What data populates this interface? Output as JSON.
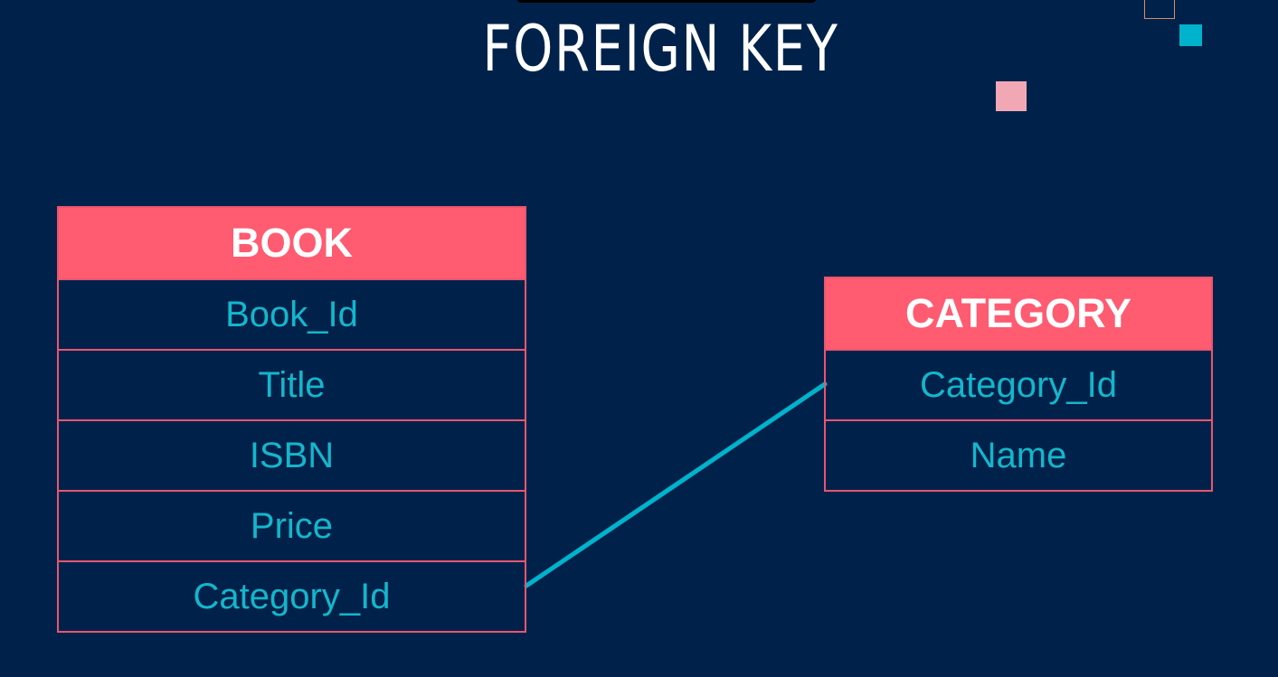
{
  "title": "FOREIGN KEY",
  "colors": {
    "background": "#00224a",
    "header_fill": "#ff5b71",
    "border": "#e8566e",
    "field_text": "#14b6cc",
    "connector": "#00b3cc",
    "title_text": "#ffffff"
  },
  "tables": {
    "book": {
      "name": "BOOK",
      "fields": [
        "Book_Id",
        "Title",
        "ISBN",
        "Price",
        "Category_Id"
      ]
    },
    "category": {
      "name": "CATEGORY",
      "fields": [
        "Category_Id",
        "Name"
      ]
    }
  },
  "relationship": {
    "from": "BOOK.Category_Id",
    "to": "CATEGORY.Category_Id"
  }
}
